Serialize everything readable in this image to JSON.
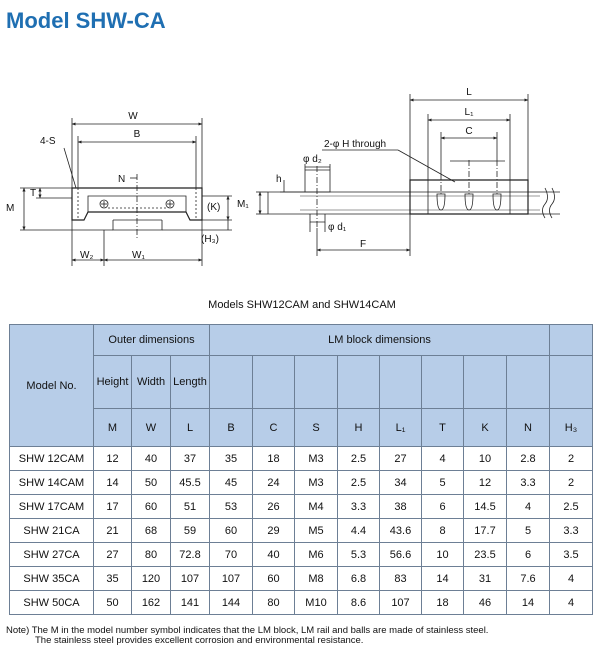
{
  "title": "Model SHW-CA",
  "drawing_labels": {
    "W": "W",
    "B": "B",
    "four_s": "4-S",
    "N": "N",
    "M": "M",
    "T": "T",
    "K": "(K)",
    "H3": "(H₃)",
    "W2": "W₂",
    "W1": "W₁",
    "L": "L",
    "L1": "L₁",
    "C": "C",
    "H_through": "2-φ H through",
    "d2": "φ d₂",
    "h": "h",
    "M1": "M₁",
    "d1": "φ d₁",
    "F": "F"
  },
  "caption": "Models SHW12CAM and SHW14CAM",
  "table": {
    "model_header": "Model No.",
    "group_outer": "Outer dimensions",
    "group_lm": "LM block dimensions",
    "sub_height": "Height",
    "sub_width": "Width",
    "sub_length": "Length",
    "symbols": [
      "M",
      "W",
      "L",
      "B",
      "C",
      "S",
      "H",
      "L₁",
      "T",
      "K",
      "N",
      "H₃"
    ],
    "rows": [
      [
        "SHW 12CAM",
        "12",
        "40",
        "37",
        "35",
        "18",
        "M3",
        "2.5",
        "27",
        "4",
        "10",
        "2.8",
        "2"
      ],
      [
        "SHW 14CAM",
        "14",
        "50",
        "45.5",
        "45",
        "24",
        "M3",
        "2.5",
        "34",
        "5",
        "12",
        "3.3",
        "2"
      ],
      [
        "SHW 17CAM",
        "17",
        "60",
        "51",
        "53",
        "26",
        "M4",
        "3.3",
        "38",
        "6",
        "14.5",
        "4",
        "2.5"
      ],
      [
        "SHW 21CA",
        "21",
        "68",
        "59",
        "60",
        "29",
        "M5",
        "4.4",
        "43.6",
        "8",
        "17.7",
        "5",
        "3.3"
      ],
      [
        "SHW 27CA",
        "27",
        "80",
        "72.8",
        "70",
        "40",
        "M6",
        "5.3",
        "56.6",
        "10",
        "23.5",
        "6",
        "3.5"
      ],
      [
        "SHW 35CA",
        "35",
        "120",
        "107",
        "107",
        "60",
        "M8",
        "6.8",
        "83",
        "14",
        "31",
        "7.6",
        "4"
      ],
      [
        "SHW 50CA",
        "50",
        "162",
        "141",
        "144",
        "80",
        "M10",
        "8.6",
        "107",
        "18",
        "46",
        "14",
        "4"
      ]
    ]
  },
  "note": {
    "line1": "Note) The M in the model number symbol indicates that the LM block, LM rail and balls are made of stainless steel.",
    "line2": "The stainless steel provides excellent corrosion and environmental resistance."
  }
}
